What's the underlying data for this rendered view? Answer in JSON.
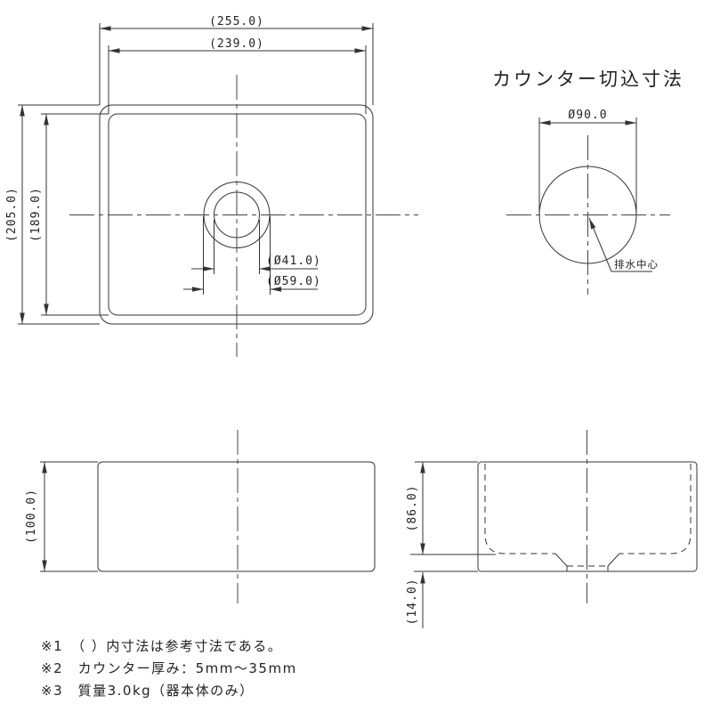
{
  "ink": "#333333",
  "background": "#ffffff",
  "plan_view": {
    "dims": {
      "outer_width": "(255.0)",
      "inner_width": "(239.0)",
      "outer_depth": "(205.0)",
      "inner_depth": "(189.0)",
      "drain_hole": "(Ø41.0)",
      "drain_flange": "(Ø59.0)"
    }
  },
  "counter_cutout_view": {
    "title": "カウンター切込寸法",
    "dims": {
      "cutout_diameter": "Ø90.0"
    },
    "labels": {
      "drain_center": "排水中心"
    }
  },
  "front_view": {
    "dims": {
      "height": "(100.0)"
    }
  },
  "section_view": {
    "dims": {
      "inner_depth": "(86.0)",
      "base_height": "(14.0)"
    }
  },
  "notes": [
    "※1　（ ）内寸法は参考寸法である。",
    "※2　カウンター厚み：5mm～35mm",
    "※3　質量3.0kg（器本体のみ）"
  ]
}
